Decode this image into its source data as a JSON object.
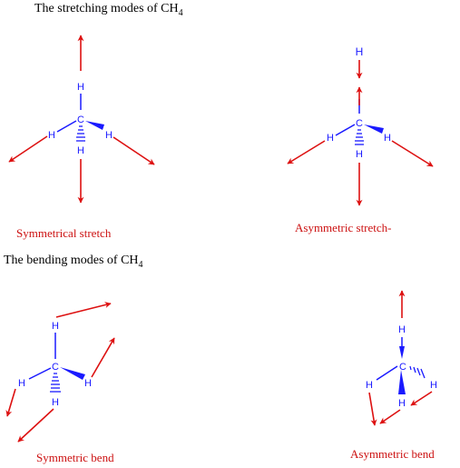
{
  "stretching": {
    "title_prefix": "The stretching modes of CH",
    "title_subscript": "4",
    "symmetric_caption": "Symmetrical stretch",
    "asymmetric_caption": "Asymmetric stretch-"
  },
  "bending": {
    "title_prefix": "The bending modes of CH",
    "title_subscript": "4",
    "symmetric_caption": "Symmetric bend",
    "asymmetric_caption": "Asymmetric bend"
  },
  "atoms": {
    "carbon": "C",
    "hydrogen": "H"
  },
  "colors": {
    "arrow": "#dd1111",
    "bond": "#1a1aff",
    "title": "#000000",
    "caption": "#cc1111"
  }
}
